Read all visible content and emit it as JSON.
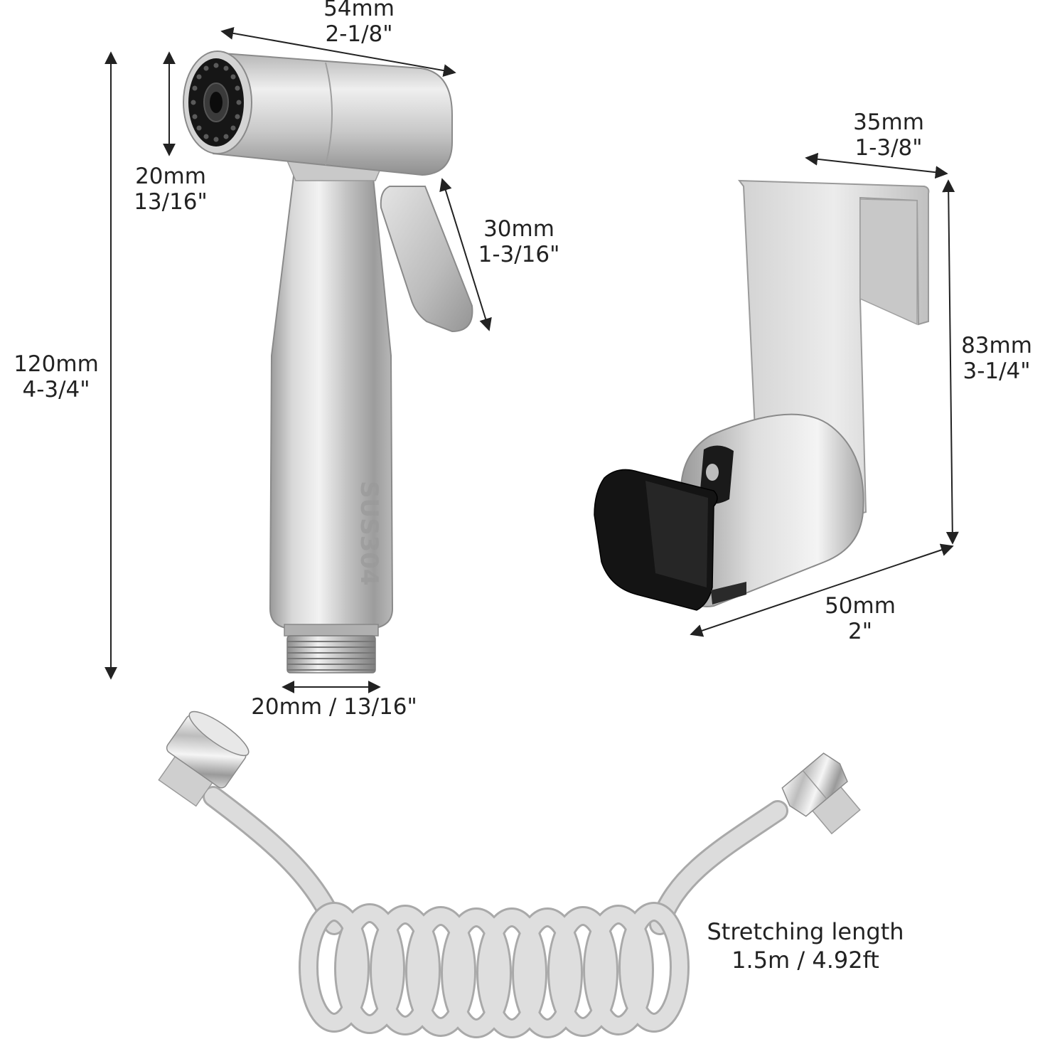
{
  "colors": {
    "metal_light": "#e8e8e8",
    "metal_mid": "#bdbdbd",
    "metal_dark": "#8e8e8e",
    "rubber_black": "#151515",
    "hose_gray": "#d6d6d6",
    "hose_edge": "#a9a9a9",
    "dimension_line": "#222222"
  },
  "components": {
    "sprayer_engraving": "SUS304"
  },
  "dimensions": {
    "sprayer_width": {
      "mm": "54mm",
      "inch": "2-1/8\""
    },
    "nozzle_diameter": {
      "mm": "20mm",
      "inch": "13/16\""
    },
    "trigger_length": {
      "mm": "30mm",
      "inch": "1-3/16\""
    },
    "sprayer_height": {
      "mm": "120mm",
      "inch": "4-3/4\""
    },
    "thread_diameter": {
      "label": "20mm / 13/16\""
    },
    "holder_width": {
      "mm": "35mm",
      "inch": "1-3/8\""
    },
    "holder_height": {
      "mm": "83mm",
      "inch": "3-1/4\""
    },
    "holder_depth": {
      "mm": "50mm",
      "inch": "2\""
    },
    "hose_length": {
      "title": "Stretching length",
      "value": "1.5m / 4.92ft"
    }
  }
}
